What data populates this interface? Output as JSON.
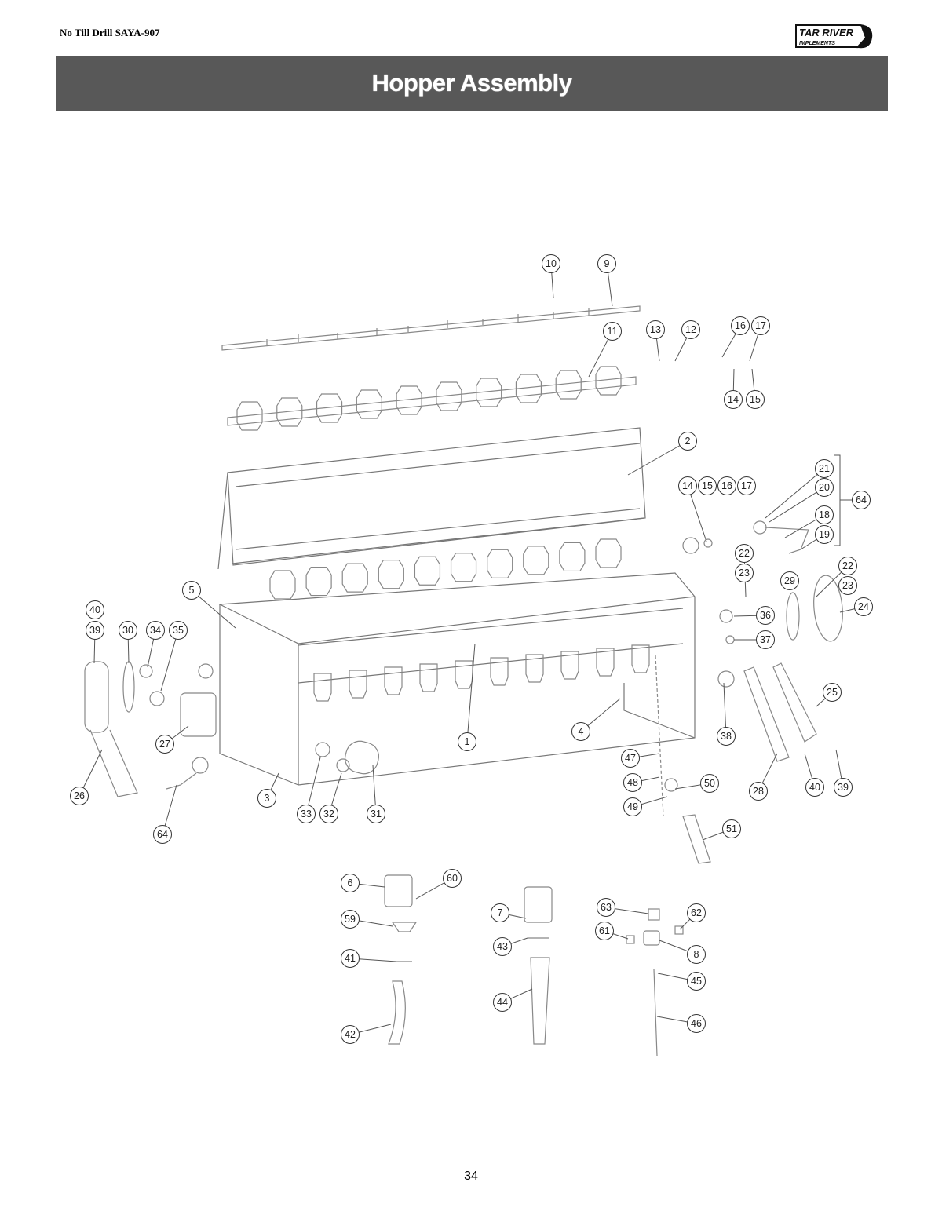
{
  "header": {
    "doc_title": "No Till Drill SAYA-907",
    "logo_text": "TAR RIVER IMPLEMENTS"
  },
  "banner": {
    "title": "Hopper Assembly"
  },
  "diagram": {
    "callouts": [
      "10",
      "9",
      "11",
      "13",
      "12",
      "16",
      "17",
      "14",
      "15",
      "2",
      "14",
      "15",
      "16",
      "17",
      "21",
      "20",
      "18",
      "19",
      "64",
      "22",
      "23",
      "29",
      "22",
      "23",
      "24",
      "36",
      "37",
      "5",
      "40",
      "39",
      "30",
      "34",
      "35",
      "25",
      "38",
      "4",
      "1",
      "27",
      "47",
      "48",
      "50",
      "49",
      "28",
      "40",
      "39",
      "26",
      "3",
      "33",
      "32",
      "31",
      "51",
      "64",
      "6",
      "60",
      "7",
      "63",
      "62",
      "61",
      "59",
      "43",
      "8",
      "41",
      "45",
      "44",
      "46",
      "42"
    ]
  },
  "footer": {
    "page_number": "34"
  }
}
